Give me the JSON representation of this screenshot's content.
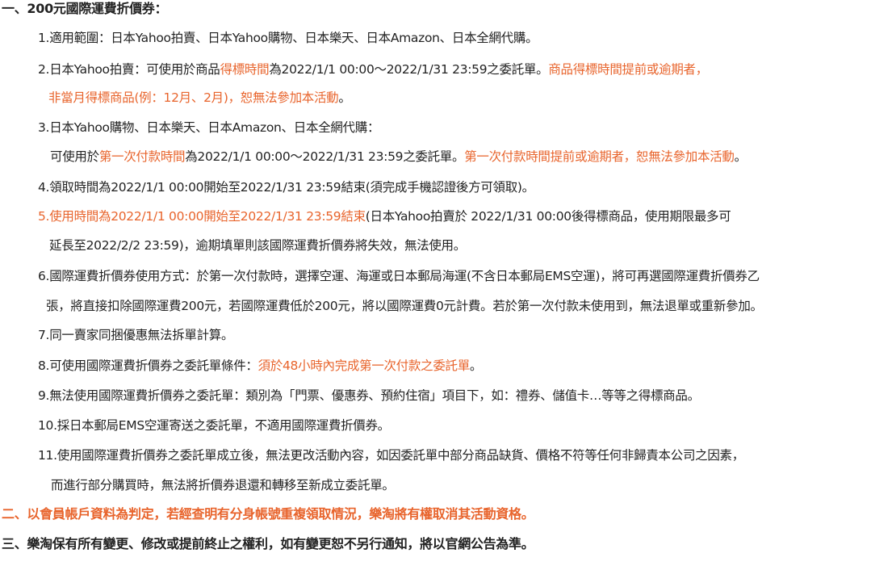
{
  "sections": [
    {
      "title": "一、200元國際運費折價券：",
      "items": [
        {
          "lines": [
            [
              {
                "t": "1.適用範圍：日本Yahoo拍賣、日本Yahoo購物、日本樂天、日本Amazon、日本全網代購。"
              }
            ]
          ]
        },
        {
          "lines": [
            [
              {
                "t": "2.日本Yahoo拍賣：可使用於商品"
              },
              {
                "t": "得標時間",
                "hl": true
              },
              {
                "t": "為2022/1/1 00:00～2022/1/31 23:59之委託單。"
              },
              {
                "t": "商品得標時間提前或逾期者，",
                "hl": true
              }
            ],
            [
              {
                "t": "非當月得標商品(例：12月、2月)，恕無法參加本活動",
                "hl": true
              },
              {
                "t": "。"
              }
            ]
          ]
        },
        {
          "lines": [
            [
              {
                "t": "3.日本Yahoo購物、日本樂天、日本Amazon、日本全網代購："
              }
            ],
            [
              {
                "t": "可使用於"
              },
              {
                "t": "第一次付款時間",
                "hl": true
              },
              {
                "t": "為2022/1/1 00:00～2022/1/31 23:59之委託單。"
              },
              {
                "t": "第一次付款時間提前或逾期者，恕無法參加本活動",
                "hl": true
              },
              {
                "t": "。"
              }
            ]
          ]
        },
        {
          "lines": [
            [
              {
                "t": "4.領取時間為2022/1/1 00:00開始至2022/1/31 23:59結束(須完成手機認證後方可領取)。"
              }
            ]
          ]
        },
        {
          "lines": [
            [
              {
                "t": "5.使用時間為2022/1/1 00:00開始至2022/1/31 23:59結束",
                "hl": true
              },
              {
                "t": "(日本Yahoo拍賣於 2022/1/31 00:00後得標商品，使用期限最多可"
              }
            ],
            [
              {
                "t": "延長至2022/2/2 23:59)，逾期填單則該國際運費折價券將失效，無法使用。"
              }
            ]
          ]
        },
        {
          "lines": [
            [
              {
                "t": "6.國際運費折價券使用方式：於第一次付款時，選擇空運、海運或日本郵局海運(不含日本郵局EMS空運)，將可再選國際運費折價券乙"
              }
            ],
            [
              {
                "t": "張，將直接扣除國際運費200元，若國際運費低於200元，將以國際運費0元計費。若於第一次付款未使用到，無法退單或重新參加。"
              }
            ]
          ]
        },
        {
          "lines": [
            [
              {
                "t": "7.同一賣家同捆優惠無法拆單計算。"
              }
            ]
          ]
        },
        {
          "lines": [
            [
              {
                "t": "8.可使用國際運費折價券之委託單條件："
              },
              {
                "t": "須於48小時內完成第一次付款之委託單",
                "hl": true
              },
              {
                "t": "。"
              }
            ]
          ]
        },
        {
          "lines": [
            [
              {
                "t": "9.無法使用國際運費折價券之委託單：類別為「門票、優惠券、預約住宿」項目下，如：禮券、儲值卡…等等之得標商品。"
              }
            ]
          ]
        },
        {
          "lines": [
            [
              {
                "t": "10.採日本郵局EMS空運寄送之委託單，不適用國際運費折價券。"
              }
            ]
          ]
        },
        {
          "lines": [
            [
              {
                "t": "11.使用國際運費折價券之委託單成立後，無法更改活動內容，如因委託單中部分商品缺貨、價格不符等任何非歸責本公司之因素，"
              }
            ],
            [
              {
                "t": "而進行部分購買時，無法將折價券退還和轉移至新成立委託單。"
              }
            ]
          ]
        }
      ]
    },
    {
      "title": "二、以會員帳戶資料為判定，若經查明有分身帳號重複領取情況，樂淘將有權取消其活動資格。",
      "red": true
    },
    {
      "title": "三、樂淘保有所有變更、修改或提前終止之權利，如有變更恕不另行通知，將以官網公告為準。"
    }
  ],
  "colors": {
    "text": "#222222",
    "highlight": "#e8642c"
  }
}
